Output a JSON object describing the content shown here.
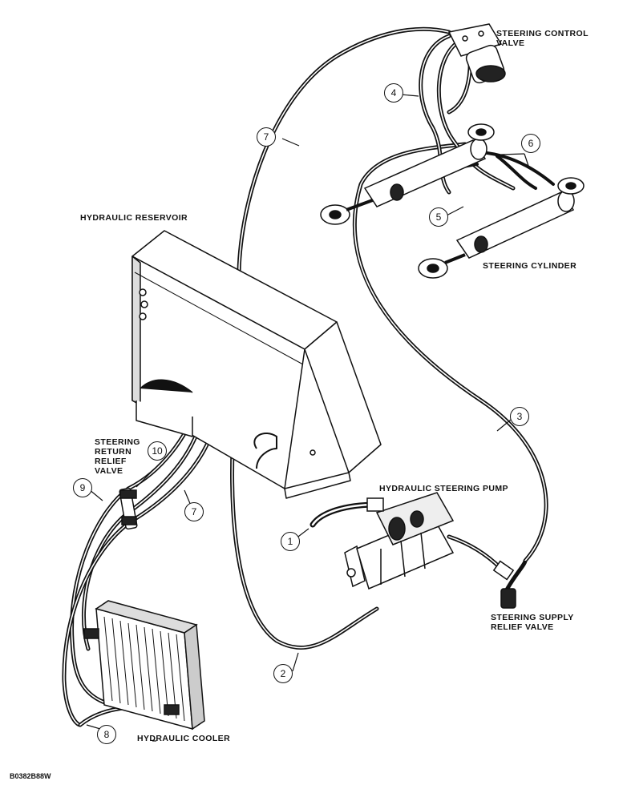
{
  "labels": {
    "steering_control_valve_1": "STEERING CONTROL",
    "steering_control_valve_2": "VALVE",
    "hydraulic_reservoir": "HYDRAULIC RESERVOIR",
    "steering_cylinder": "STEERING CYLINDER",
    "steering_return_relief_1": "STEERING",
    "steering_return_relief_2": "RETURN",
    "steering_return_relief_3": "RELIEF",
    "steering_return_relief_4": "VALVE",
    "hydraulic_steering_pump": "HYDRAULIC STEERING PUMP",
    "steering_supply_relief_1": "STEERING SUPPLY",
    "steering_supply_relief_2": "RELIEF VALVE",
    "hydraulic_cooler": "HYDRAULIC COOLER"
  },
  "callouts": {
    "c1": "1",
    "c2": "2",
    "c3": "3",
    "c4": "4",
    "c5": "5",
    "c6": "6",
    "c7a": "7",
    "c7b": "7",
    "c8": "8",
    "c9": "9",
    "c10": "10"
  },
  "figure_code": "B0382B88W"
}
